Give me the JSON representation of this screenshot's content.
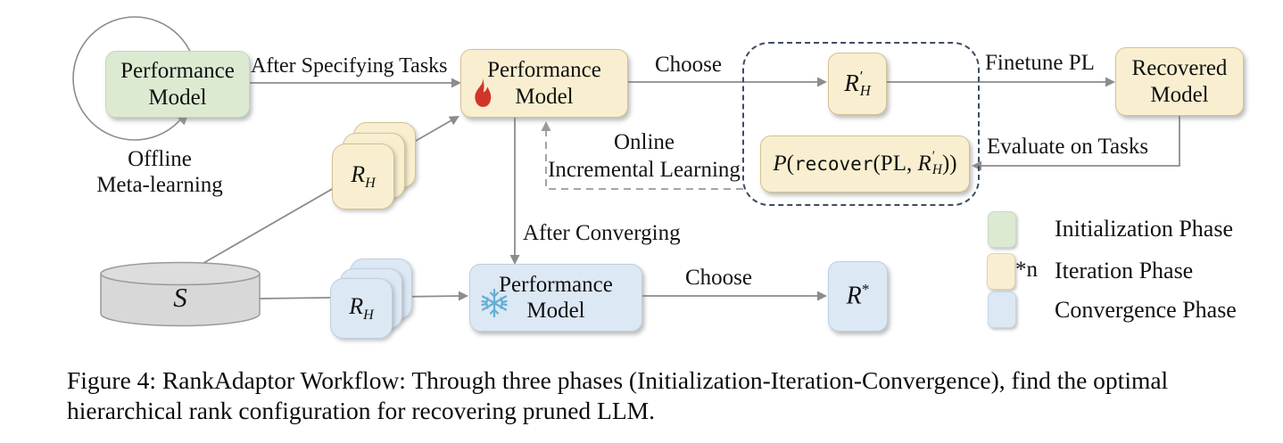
{
  "nodes": {
    "init_perf_model": {
      "line1": "Performance",
      "line2": "Model"
    },
    "iter_perf_model": {
      "line1": "Performance",
      "line2": "Model",
      "icon": "flame-icon"
    },
    "conv_perf_model": {
      "line1": "Performance",
      "line2": "Model",
      "icon": "snowflake-icon"
    },
    "recovered_model": {
      "line1": "Recovered",
      "line2": "Model"
    },
    "dataset_s": {
      "label": "S"
    },
    "iter_rank_stack": {
      "base": "R",
      "sub": "H",
      "stack_count": 3
    },
    "conv_rank_stack": {
      "base": "R",
      "sub": "H",
      "stack_count": 3
    },
    "selected_rank": {
      "base": "R",
      "prime": "′",
      "sub": "H"
    },
    "optimal_rank": {
      "base": "R",
      "sup": "*"
    },
    "perf_eval": {
      "p": "P",
      "open": "(",
      "fn": "recover",
      "args": "(PL, ",
      "base": "R",
      "prime": "′",
      "sub": "H",
      "close": "))"
    }
  },
  "edges": {
    "after_specifying_tasks": "After Specifying Tasks",
    "choose_top": "Choose",
    "finetune_pl": "Finetune PL",
    "evaluate_on_tasks": "Evaluate on Tasks",
    "online_incremental_line1": "Online",
    "online_incremental_line2": "Incremental Learning",
    "after_converging": "After Converging",
    "choose_bottom": "Choose",
    "offline_meta_line1": "Offline",
    "offline_meta_line2": "Meta-learning"
  },
  "legend": {
    "items": [
      {
        "swatch_color": "#dcead2",
        "multiplier": "",
        "label": "Initialization Phase"
      },
      {
        "swatch_color": "#f9efd0",
        "multiplier": "*n",
        "label": "Iteration Phase"
      },
      {
        "swatch_color": "#dce8f4",
        "multiplier": "",
        "label": "Convergence Phase"
      }
    ]
  },
  "caption": {
    "line1": "Figure 4: RankAdaptor Workflow: Through three phases (Initialization-Iteration-Convergence), find the optimal",
    "line2": "hierarchical rank configuration for recovering pruned LLM."
  },
  "colors": {
    "arrow": "#8c8c8c",
    "iteration_outline": "#3e4c63",
    "flame": "#d2342a",
    "snowflake": "#63aed6",
    "cylinder_fill": "#d8d8d8",
    "init_fill": "#dcead2",
    "iter_fill": "#f9efd0",
    "conv_fill": "#dce8f4"
  }
}
